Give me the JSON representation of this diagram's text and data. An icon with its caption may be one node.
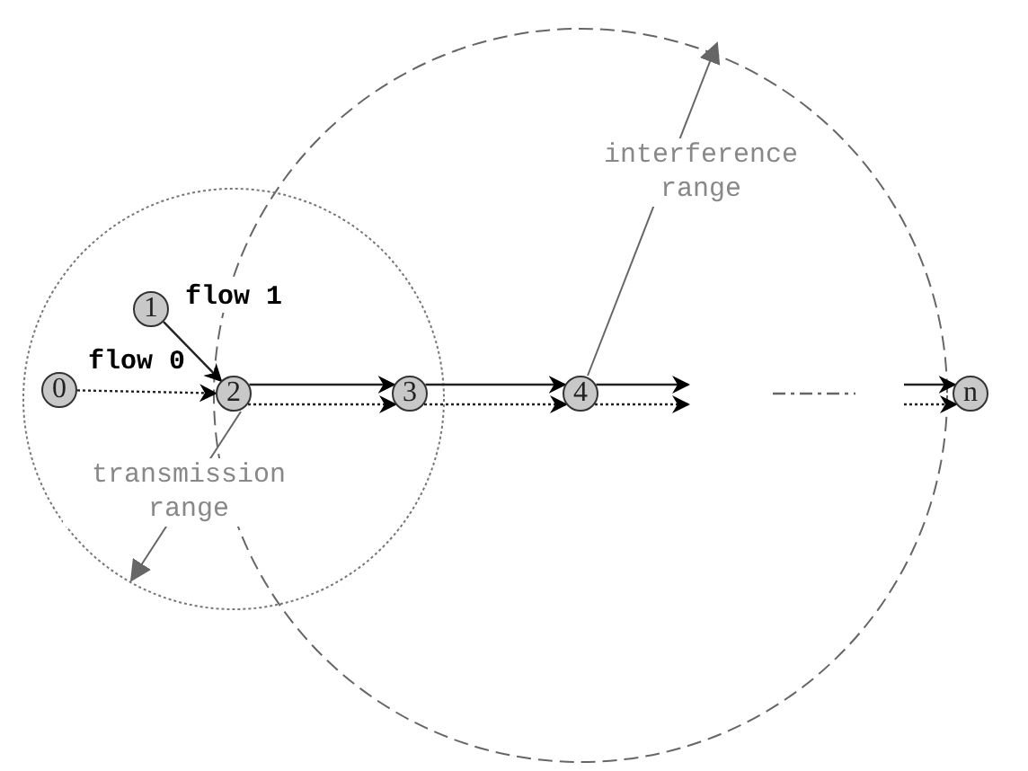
{
  "diagram": {
    "nodes": [
      {
        "text": [
          "0"
        ]
      },
      {
        "text": [
          "1"
        ]
      },
      {
        "text": [
          "2"
        ]
      },
      {
        "text": [
          "3"
        ]
      },
      {
        "text": [
          "4"
        ]
      },
      {
        "text": [
          "n"
        ]
      }
    ],
    "edges": [
      {
        "from": 0,
        "to": 2,
        "arrow": "to",
        "label": "flow 0",
        "style": "dashed"
      },
      {
        "from": 1,
        "to": 2,
        "arrow": "to",
        "label": "flow 1"
      },
      {
        "from": 2,
        "to": 3,
        "arrow": "to"
      },
      {
        "from": 2,
        "to": 3,
        "arrow": "to",
        "style": "dashed"
      },
      {
        "from": 3,
        "to": 4,
        "arrow": "to"
      },
      {
        "from": 3,
        "to": 4,
        "arrow": "to",
        "style": "dashed"
      },
      {
        "from": 4,
        "to": null,
        "arrow": "to"
      },
      {
        "from": 4,
        "to": null,
        "arrow": "to",
        "style": "dashed"
      },
      {
        "from": null,
        "to": 5,
        "arrow": "to"
      },
      {
        "from": null,
        "to": 5,
        "arrow": "to",
        "style": "dashed"
      }
    ],
    "labels": [
      "interference range",
      "transmission range"
    ]
  }
}
